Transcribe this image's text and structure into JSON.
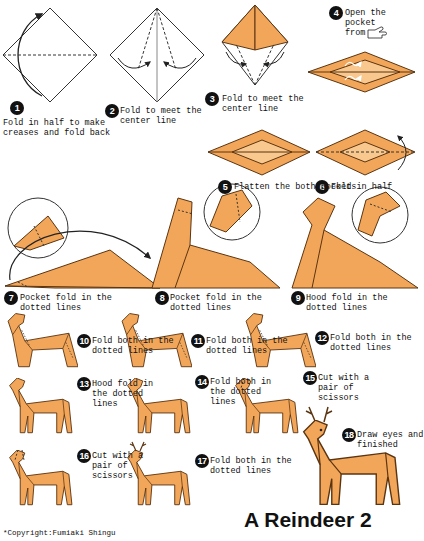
{
  "diagram": {
    "title": "A Reindeer 2",
    "nodes": [
      {
        "text": [
          "1"
        ]
      },
      {
        "text": [
          "2"
        ]
      },
      {
        "text": [
          "3"
        ]
      },
      {
        "text": [
          "4"
        ]
      },
      {
        "text": [
          "5"
        ]
      },
      {
        "text": [
          "6"
        ]
      },
      {
        "text": [
          "7"
        ]
      },
      {
        "text": [
          "8"
        ]
      },
      {
        "text": [
          "9"
        ]
      },
      {
        "text": [
          "10"
        ]
      },
      {
        "text": [
          "11"
        ]
      },
      {
        "text": [
          "12"
        ]
      },
      {
        "text": [
          "13"
        ]
      },
      {
        "text": [
          "14"
        ]
      },
      {
        "text": [
          "15"
        ]
      },
      {
        "text": [
          "16"
        ]
      },
      {
        "text": [
          "17"
        ]
      },
      {
        "text": [
          "18"
        ]
      }
    ],
    "labels": [
      "Fold in half to make creases and fold back",
      "Fold to meet the center line",
      "Fold to meet the center line",
      "Open the pocket from",
      "Flatten the both pockets",
      "Fold in half",
      "Pocket fold in the dotted lines",
      "Pocket fold in the dotted lines",
      "Hood fold in the dotted lines",
      "Fold both in the dotted lines",
      "Fold both in the dotted lines",
      "Fold both in the dotted lines",
      "Hood fold in the dotted lines",
      "Fold both in the dotted lines",
      "Cut with a pair of scissors",
      "Cut with a pair of scissors",
      "Fold both in the dotted lines",
      "Draw eyes and finished",
      "*Copyright:Fumiaki Shingu"
    ]
  }
}
